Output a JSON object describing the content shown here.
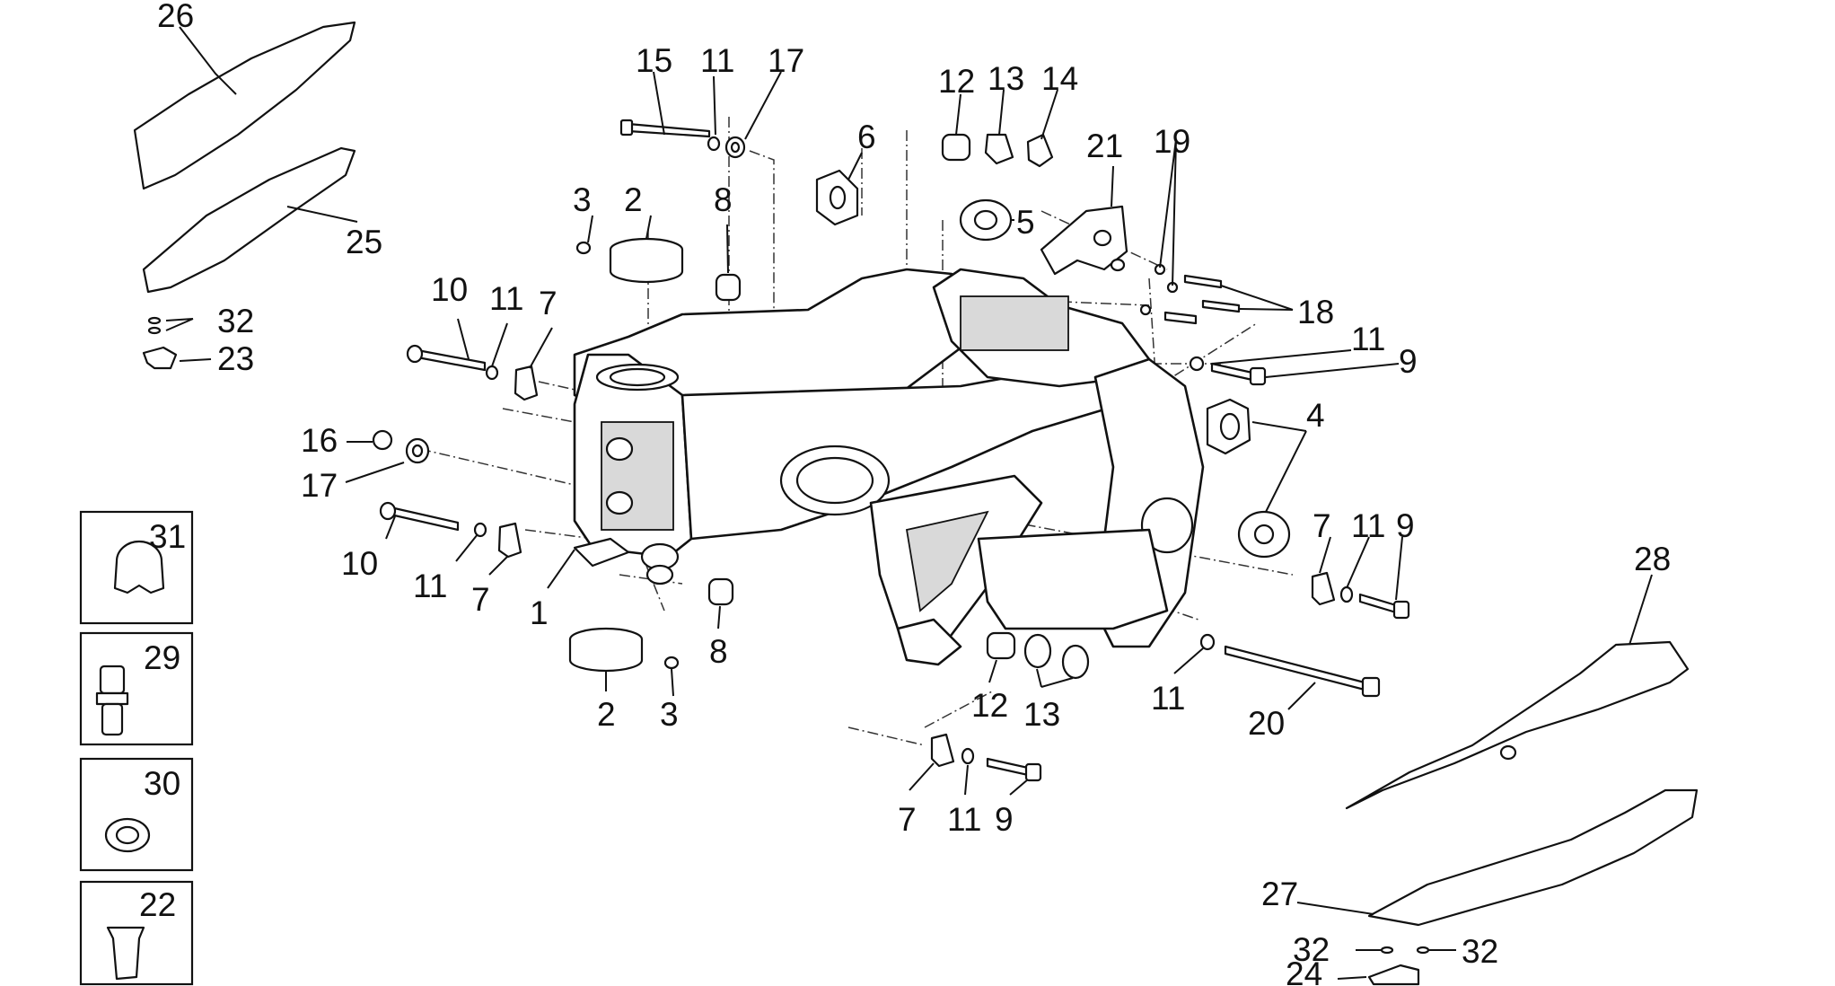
{
  "callouts": {
    "c1": "1",
    "c2a": "2",
    "c2b": "2",
    "c3a": "3",
    "c3b": "3",
    "c4": "4",
    "c5": "5",
    "c6": "6",
    "c7a": "7",
    "c7b": "7",
    "c7c": "7",
    "c7d": "7",
    "c8a": "8",
    "c8b": "8",
    "c9a": "9",
    "c9b": "9",
    "c9c": "9",
    "c10a": "10",
    "c10b": "10",
    "c11a": "11",
    "c11b": "11",
    "c11c": "11",
    "c11d": "11",
    "c11e": "11",
    "c11f": "11",
    "c11g": "11",
    "c12a": "12",
    "c12b": "12",
    "c13a": "13",
    "c13b": "13",
    "c14": "14",
    "c15": "15",
    "c16": "16",
    "c17a": "17",
    "c17b": "17",
    "c18": "18",
    "c19": "19",
    "c20": "20",
    "c21": "21",
    "c22": "22",
    "c23": "23",
    "c24": "24",
    "c25": "25",
    "c26": "26",
    "c27": "27",
    "c28": "28",
    "c29": "29",
    "c30": "30",
    "c31": "31",
    "c32a": "32",
    "c32b": "32",
    "c32c": "32"
  }
}
